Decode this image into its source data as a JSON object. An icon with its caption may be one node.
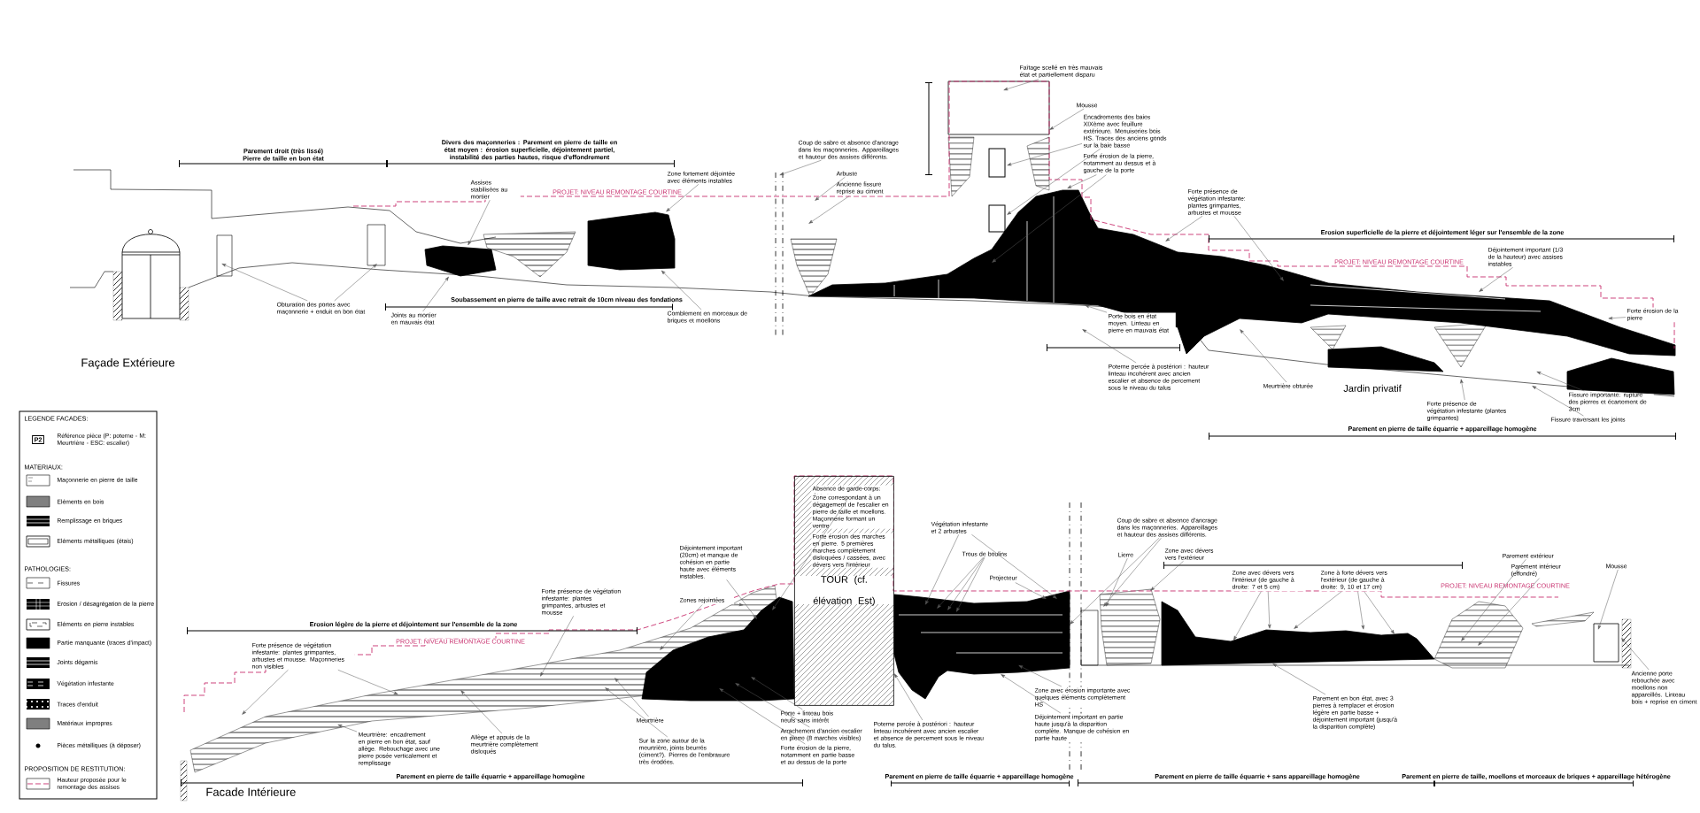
{
  "diagram": {
    "nodes": [
      {
        "text": [
          "Obturation des portes avec maçonnerie + enduit en bon état"
        ]
      },
      {
        "text": [
          "Joints au mortier en mauvais état"
        ]
      },
      {
        "text": [
          "Assises stabilisées au mortier"
        ]
      },
      {
        "text": [
          "Zone fortement déjointée avec éléments instables"
        ]
      },
      {
        "text": [
          "Comblement en morceaux de briques et moellons"
        ]
      },
      {
        "text": [
          "Coup de sabre et absence d'ancrage dans les maçonneries. Appareillages et hauteur des assises différents."
        ]
      },
      {
        "text": [
          "Arbuste"
        ]
      },
      {
        "text": [
          "Ancienne fissure reprise au ciment"
        ]
      },
      {
        "text": [
          "Faîtage scellé en très mauvais état et partiellement disparu"
        ]
      },
      {
        "text": [
          "Mousse"
        ]
      },
      {
        "text": [
          "Encadrements des baies XIXème avec feuillure extérieure. Menuiseries bois HS. Traces des anciens gonds sur la baie basse"
        ]
      },
      {
        "text": [
          "Forte érosion de la pierre, notamment au dessus et à gauche de la porte"
        ]
      },
      {
        "text": [
          "Porte bois en état moyen. Linteau en pierre en mauvais état"
        ]
      },
      {
        "text": [
          "Poterne percée à postériori : hauteur linteau incohérent avec ancien escalier et absence de percement sous le niveau du talus"
        ]
      },
      {
        "text": [
          "Forte présence de végétation infestante: plantes grimpantes, arbustes et mousse"
        ]
      },
      {
        "text": [
          "Déjointement important (1/3 de la hauteur) avec assises instables"
        ]
      },
      {
        "text": [
          "Forte érosion de la pierre"
        ]
      },
      {
        "text": [
          "Meurtrière obturée"
        ]
      },
      {
        "text": [
          "Forte présence de végétation infestante (plantes grimpantes)"
        ]
      },
      {
        "text": [
          "Fissure importante: rupture des pierres et écartement de 3cm"
        ]
      },
      {
        "text": [
          "Fissure traversant les joints"
        ]
      },
      {
        "text": [
          "Forte présence de végétation infestante: plantes grimpantes, arbustes et mousse. Maçonneries non visibles"
        ]
      },
      {
        "text": [
          "Forte présence de végétation infestante: plantes grimpantes, arbustes et mousse"
        ]
      },
      {
        "text": [
          "Meurtrière: encadrement en pierre en bon état, sauf allège. Rebouchage avec une pierre posée verticalement et remplissage"
        ]
      },
      {
        "text": [
          "Allège et appuis de la meurtrière complètement disloqués"
        ]
      },
      {
        "text": [
          "Meurtrière"
        ]
      },
      {
        "text": [
          "Sur la zone autour de la meurtrière, joints beurrés (ciment?). Pierres de l'embrasure très érodées."
        ]
      },
      {
        "text": [
          "Zones rejointées"
        ]
      },
      {
        "text": [
          "Déjointement important (20cm) et manque de cohésion en partie haute avec éléments instables."
        ]
      },
      {
        "text": [
          "Porte + linteau bois neufs sans intérêt"
        ]
      },
      {
        "text": [
          "Arrachement d'ancien escalier en pierre (8 marches visibles)"
        ]
      },
      {
        "text": [
          "Forte érosion de la pierre, notamment en partie basse et au dessus de la porte"
        ]
      },
      {
        "text": [
          "TOUR (cf. élévation Est)"
        ]
      },
      {
        "text": [
          "Absence de garde-corps: danger"
        ],
        "in": 32
      },
      {
        "text": [
          "Zone correspondant à un dégagement de l'escalier en pierre de taille et moellons. Maçonnerie formant un ventre"
        ],
        "in": 32
      },
      {
        "text": [
          "Forte érosion des marches en pierre. 5 premières marches complètement disloquées / cassées, avec dévers vers l'intérieur"
        ],
        "in": 32
      },
      {
        "text": [
          "Poterne percée à postériori : hauteur linteau incohérent avec ancien escalier et absence de percement sous le niveau du talus."
        ]
      },
      {
        "text": [
          "Végétation infestante et 2 arbustes"
        ]
      },
      {
        "text": [
          "Trous de boulins"
        ]
      },
      {
        "text": [
          "Projecteur"
        ]
      },
      {
        "text": [
          "Zone avec érosion importante avec quelques éléments complètement HS"
        ]
      },
      {
        "text": [
          "Déjointement important en partie haute jusqu'à la disparition complète. Manque de cohésion en partie haute"
        ]
      },
      {
        "text": [
          "Coup de sabre et absence d'ancrage dans les maçonneries. Appareillages et hauteur des assises différents."
        ]
      },
      {
        "text": [
          "Lierre"
        ]
      },
      {
        "text": [
          "Zone avec dévers vers l'extérieur"
        ]
      },
      {
        "text": [
          "Zone avec dévers vers l'intérieur (de gauche à droite: 7 et 5 cm)"
        ]
      },
      {
        "text": [
          "Zone à forte dévers vers l'extérieur (de gauche à droite: 9, 10 et 17 cm)"
        ]
      },
      {
        "text": [
          "Parement en bon état, avec 3 pierres à remplacer et érosion légère en partie basse + déjointement important (jusqu'à la disparition complète)"
        ]
      },
      {
        "text": [
          "Parement extérieur"
        ]
      },
      {
        "text": [
          "Parement intérieur (effondré)"
        ]
      },
      {
        "text": [
          "Mousse"
        ]
      },
      {
        "text": [
          "Ancienne porte rebouchée avec moellons non appareillés. Linteau bois + reprise en ciment"
        ]
      },
      {
        "text": [],
        "shape": "blob"
      },
      {
        "text": [],
        "shape": "blob"
      },
      {
        "text": [],
        "shape": "blob"
      },
      {
        "text": [],
        "shape": "blob"
      }
    ],
    "edges": [
      {
        "from": 0,
        "to": null,
        "arrow": "to"
      },
      {
        "from": 0,
        "to": null,
        "arrow": "to"
      },
      {
        "from": 1,
        "to": 52,
        "arrow": "to"
      },
      {
        "from": 2,
        "to": 52,
        "arrow": "to"
      },
      {
        "from": 3,
        "to": 53,
        "arrow": "to"
      },
      {
        "from": 4,
        "to": 53,
        "arrow": "to"
      },
      {
        "from": 5,
        "to": null,
        "arrow": "to"
      },
      {
        "from": 6,
        "to": null,
        "arrow": "to"
      },
      {
        "from": 7,
        "to": null,
        "arrow": "to"
      },
      {
        "from": 8,
        "to": null,
        "arrow": "to"
      },
      {
        "from": 9,
        "to": null,
        "arrow": "to"
      },
      {
        "from": 10,
        "to": null,
        "arrow": "to"
      },
      {
        "from": 10,
        "to": null,
        "arrow": "to"
      },
      {
        "from": 11,
        "to": null,
        "arrow": "to"
      },
      {
        "from": 11,
        "to": null,
        "arrow": "to"
      },
      {
        "from": 12,
        "to": null,
        "arrow": "to"
      },
      {
        "from": 13,
        "to": null,
        "arrow": "to"
      },
      {
        "from": 14,
        "to": null,
        "arrow": "to"
      },
      {
        "from": 14,
        "to": null,
        "arrow": "to"
      },
      {
        "from": 15,
        "to": null,
        "arrow": "to"
      },
      {
        "from": 16,
        "to": null,
        "arrow": "to"
      },
      {
        "from": 17,
        "to": null,
        "arrow": "to"
      },
      {
        "from": 18,
        "to": null,
        "arrow": "to"
      },
      {
        "from": 19,
        "to": null,
        "arrow": "to"
      },
      {
        "from": 20,
        "to": null,
        "arrow": "to"
      },
      {
        "from": 21,
        "to": null,
        "arrow": "to"
      },
      {
        "from": 21,
        "to": null,
        "arrow": "to"
      },
      {
        "from": 22,
        "to": null,
        "arrow": "to"
      },
      {
        "from": 23,
        "to": null,
        "arrow": "to"
      },
      {
        "from": 24,
        "to": null,
        "arrow": "to"
      },
      {
        "from": 25,
        "to": null,
        "arrow": "to"
      },
      {
        "from": 26,
        "to": null,
        "arrow": "to"
      },
      {
        "from": 27,
        "to": null,
        "arrow": "to"
      },
      {
        "from": 27,
        "to": null,
        "arrow": "to"
      },
      {
        "from": 28,
        "to": null,
        "arrow": "to"
      },
      {
        "from": 29,
        "to": null,
        "arrow": "to"
      },
      {
        "from": 30,
        "to": null,
        "arrow": "to"
      },
      {
        "from": 31,
        "to": null,
        "arrow": "to"
      },
      {
        "from": 33,
        "to": null,
        "arrow": "to"
      },
      {
        "from": 36,
        "to": 32,
        "arrow": "to"
      },
      {
        "from": 37,
        "to": null,
        "arrow": "to"
      },
      {
        "from": 37,
        "to": null,
        "arrow": "to"
      },
      {
        "from": 38,
        "to": null,
        "arrow": "to"
      },
      {
        "from": 38,
        "to": null,
        "arrow": "to"
      },
      {
        "from": 38,
        "to": null,
        "arrow": "to"
      },
      {
        "from": 39,
        "to": null,
        "arrow": "to"
      },
      {
        "from": 40,
        "to": null,
        "arrow": "to"
      },
      {
        "from": 41,
        "to": null,
        "arrow": "to"
      },
      {
        "from": 42,
        "to": null,
        "arrow": "to"
      },
      {
        "from": 42,
        "to": null,
        "arrow": "to"
      },
      {
        "from": 43,
        "to": null,
        "arrow": "to"
      },
      {
        "from": 44,
        "to": null,
        "arrow": "to"
      },
      {
        "from": 45,
        "to": null,
        "arrow": "to"
      },
      {
        "from": 45,
        "to": null,
        "arrow": "to"
      },
      {
        "from": 46,
        "to": null,
        "arrow": "to"
      },
      {
        "from": 46,
        "to": null,
        "arrow": "to"
      },
      {
        "from": 46,
        "to": null,
        "arrow": "to"
      },
      {
        "from": 47,
        "to": null,
        "arrow": "to"
      },
      {
        "from": 48,
        "to": null,
        "arrow": "to"
      },
      {
        "from": 49,
        "to": null,
        "arrow": "to"
      },
      {
        "from": 50,
        "to": null,
        "arrow": "to"
      },
      {
        "from": 51,
        "to": null,
        "arrow": "to"
      }
    ],
    "labels": [
      "Parement droit (très lissé) Pierre de taille en bon état",
      "Divers des maçonneries : Parement en pierre de taille en état moyen : érosion superficielle, déjointement partiel, instabilité des parties hautes, risque d'effondrement",
      "PROJET: NIVEAU REMONTAGE COURTINE",
      "Erosion superficielle de la pierre et déjointement léger sur l'ensemble de la zone",
      "PROJET: NIVEAU REMONTAGE COURTINE",
      "Soubassement en pierre de taille avec retrait de 10cm niveau des fondations",
      "Façade Extérieure",
      "Jardin privatif",
      "Parement en pierre de taille équarrie + appareillage homogène",
      "LEGENDE FACADES:",
      "P2",
      "MATERIAUX:",
      "PATHOLOGIES:",
      "PROPOSITION DE RESTITUTION:",
      "Erosion légère de la pierre et déjointement sur l'ensemble de la zone",
      "PROJET: NIVEAU REMONTAGE COURTINE",
      "PROJET: NIVEAU REMONTAGE COURTINE",
      "Parement en pierre de taille équarrie + appareillage homogène",
      "Parement en pierre de taille équarrie + appareillage homogène",
      "Parement en pierre de taille équarrie + sans appareillage homogène",
      "Parement en pierre de taille, moellons et morceaux de briques + appareillage hétérogène",
      "Facade Intérieure"
    ],
    "legend": [
      {
        "text": "Référence pièce (P: poterne - M: Meurtrière - ESC: escalier)"
      },
      {
        "text": "Maçonnerie en pierre de taille"
      },
      {
        "text": "Eléments en bois",
        "color": "#808080"
      },
      {
        "text": "Remplissage en briques"
      },
      {
        "text": "Eléments métalliques (étais)"
      },
      {
        "text": "Fissures"
      },
      {
        "text": "Erosion / désagrégation de la pierre"
      },
      {
        "text": "Eléments en pierre instables"
      },
      {
        "text": "Partie manquante (traces d'impact)",
        "color": "#000000"
      },
      {
        "text": "Joints dégarnis"
      },
      {
        "text": "Végétation infestante"
      },
      {
        "text": "Traces d'enduit"
      },
      {
        "text": "Matériaux impropres",
        "color": "#7f7f7f"
      },
      {
        "text": "Pièces métalliques (à déposer)"
      },
      {
        "text": "Hauteur proposée pour le remontage des assises"
      }
    ]
  }
}
